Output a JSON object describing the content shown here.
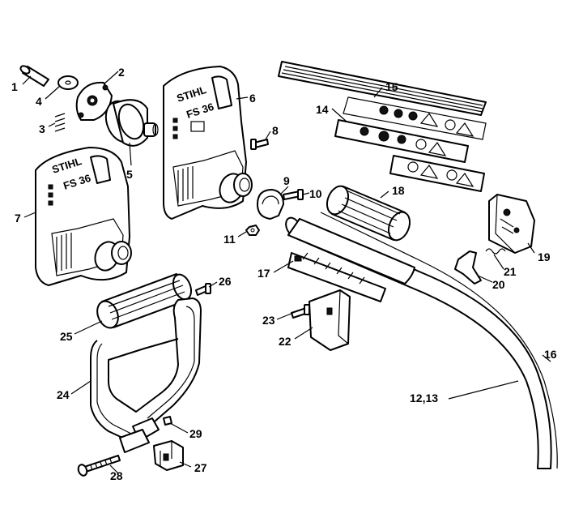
{
  "brand_text": "STIHL",
  "model_text": "FS 36",
  "callouts": {
    "c1": "1",
    "c2": "2",
    "c3": "3",
    "c4": "4",
    "c5": "5",
    "c6": "6",
    "c7": "7",
    "c8": "8",
    "c9": "9",
    "c10": "10",
    "c11": "11",
    "c12_13": "12,13",
    "c14": "14",
    "c15": "15",
    "c16": "16",
    "c17": "17",
    "c18": "18",
    "c19": "19",
    "c20": "20",
    "c21": "21",
    "c22": "22",
    "c23": "23",
    "c24": "24",
    "c25": "25",
    "c26": "26",
    "c27": "27",
    "c28": "28",
    "c29": "29"
  }
}
